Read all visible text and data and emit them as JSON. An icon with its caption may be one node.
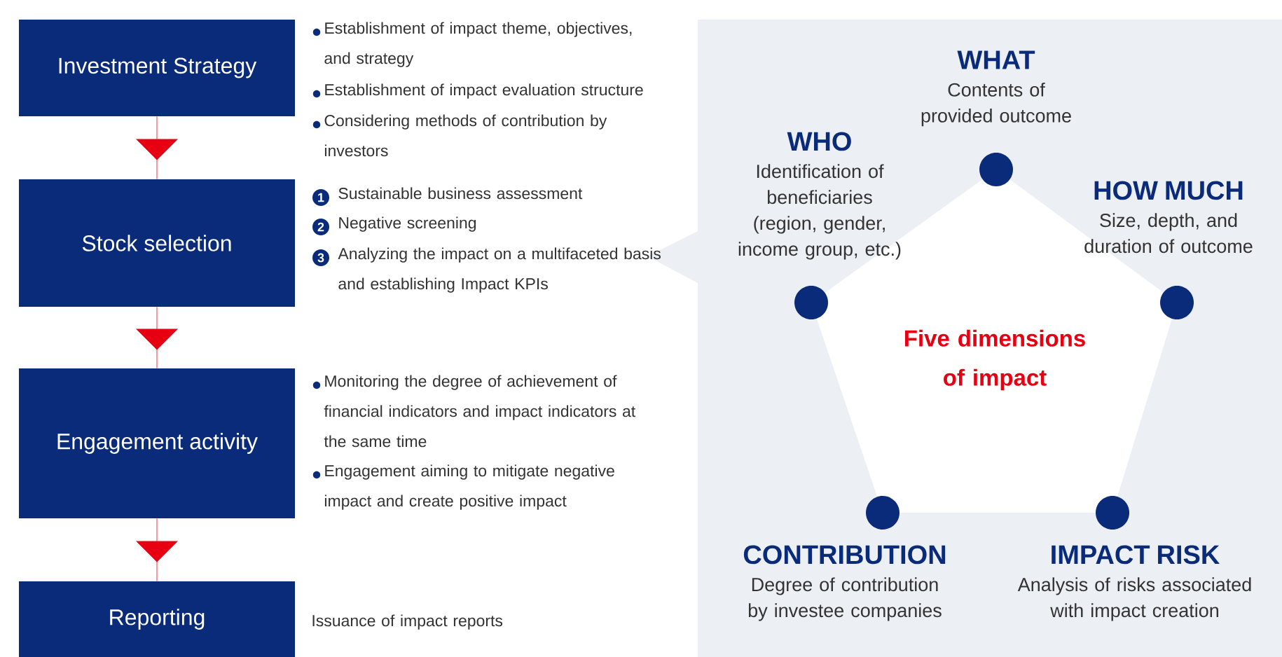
{
  "diagram": {
    "nodes": [
      {
        "text": [
          "Investment Strategy"
        ],
        "beside": [
          "Establishment of impact theme, objectives, and strategy",
          "Establishment of impact evaluation structure",
          "Considering methods of contribution by investors"
        ]
      },
      {
        "text": [
          "Stock selection"
        ],
        "beside": [
          "Sustainable business assessment",
          "Negative screening",
          "Analyzing the impact on a multifaceted basis and establishing Impact KPIs"
        ]
      },
      {
        "text": [
          "Engagement activity"
        ],
        "beside": [
          "Monitoring the degree of achievement of financial indicators and impact indicators at the same time",
          "Engagement aiming to mitigate negative impact and create positive impact"
        ]
      },
      {
        "text": [
          "Reporting"
        ],
        "beside": [
          "Issuance of impact reports"
        ]
      },
      {
        "text": [
          "Five dimensions of impact"
        ]
      },
      {
        "text": [
          "WHAT",
          "Contents of provided outcome"
        ]
      },
      {
        "text": [
          "WHO",
          "Identification of beneficiaries (region, gender, income group, etc.)"
        ]
      },
      {
        "text": [
          "HOW MUCH",
          "Size, depth, and duration of outcome"
        ]
      },
      {
        "text": [
          "CONTRIBUTION",
          "Degree of contribution by investee companies"
        ]
      },
      {
        "text": [
          "IMPACT RISK",
          "Analysis of risks associated with impact creation"
        ]
      }
    ],
    "edges": [
      {
        "from": 0,
        "to": 1,
        "arrow": "to"
      },
      {
        "from": 1,
        "to": 2,
        "arrow": "to"
      },
      {
        "from": 2,
        "to": 3,
        "arrow": "to"
      }
    ],
    "labels": [
      "1",
      "2",
      "3"
    ]
  }
}
